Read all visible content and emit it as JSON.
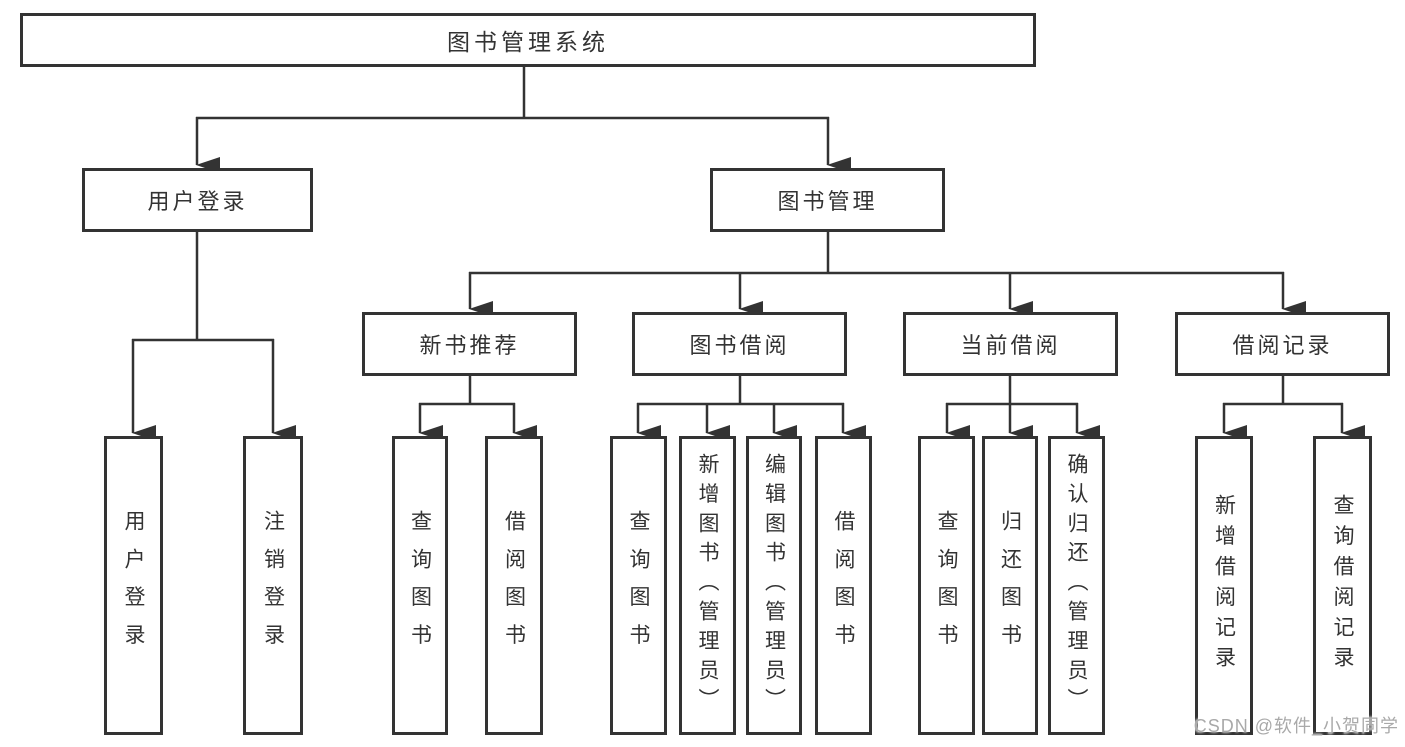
{
  "tree": {
    "root": {
      "label": "图书管理系统"
    },
    "branches": [
      {
        "label": "用户登录",
        "children": [
          {
            "label": "用户登录"
          },
          {
            "label": "注销登录"
          }
        ]
      },
      {
        "label": "图书管理",
        "children": [
          {
            "label": "新书推荐",
            "children": [
              {
                "label": "查询图书"
              },
              {
                "label": "借阅图书"
              }
            ]
          },
          {
            "label": "图书借阅",
            "children": [
              {
                "label": "查询图书"
              },
              {
                "label": "新增图书（管理员）"
              },
              {
                "label": "编辑图书（管理员）"
              },
              {
                "label": "借阅图书"
              }
            ]
          },
          {
            "label": "当前借阅",
            "children": [
              {
                "label": "查询图书"
              },
              {
                "label": "归还图书"
              },
              {
                "label": "确认归还（管理员）"
              }
            ]
          },
          {
            "label": "借阅记录",
            "children": [
              {
                "label": "新增借阅记录"
              },
              {
                "label": "查询借阅记录"
              }
            ]
          }
        ]
      }
    ]
  },
  "watermark": {
    "text": "CSDN @软件_小贺同学"
  },
  "colors": {
    "line": "#333333",
    "text": "#333333",
    "background": "#ffffff",
    "watermark": "#a9a9a9"
  }
}
